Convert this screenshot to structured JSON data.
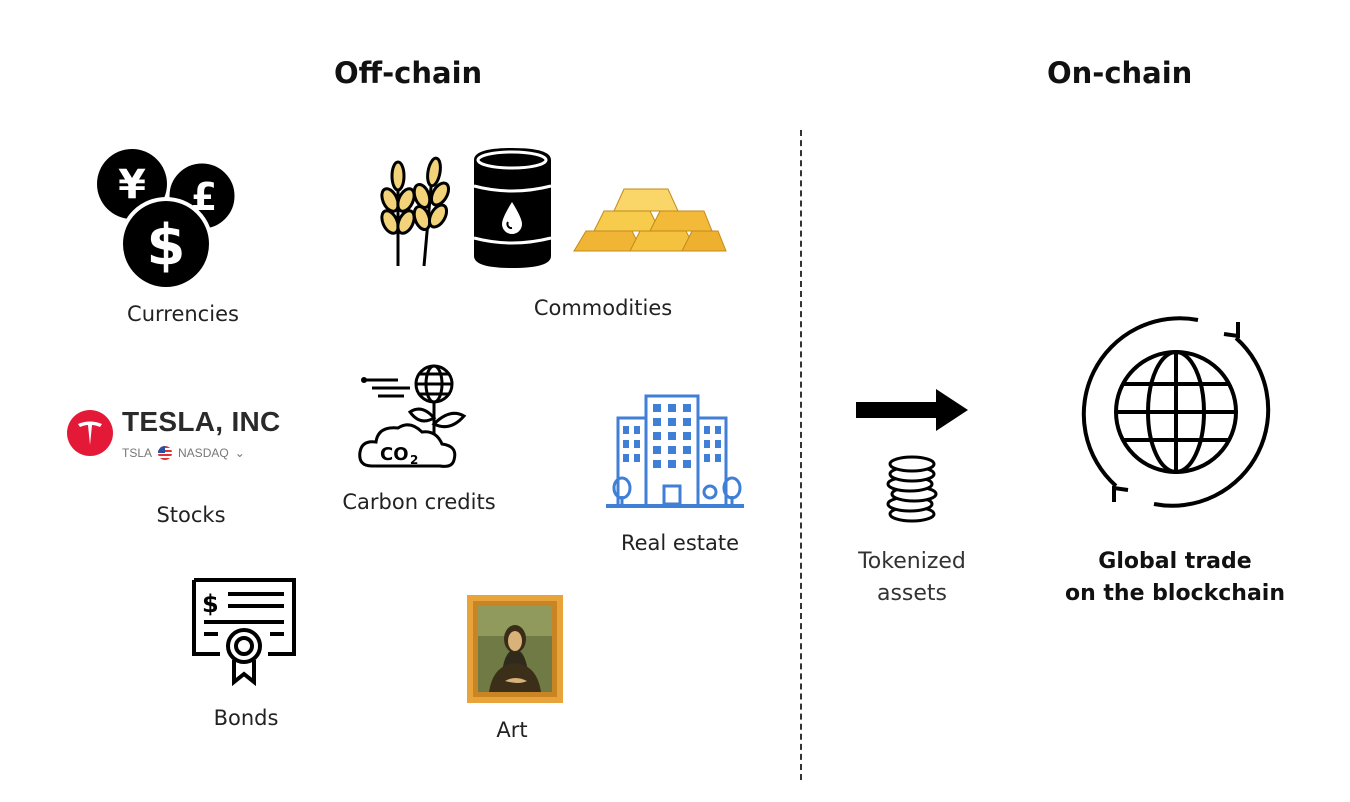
{
  "headings": {
    "off_chain": "Off-chain",
    "on_chain": "On-chain"
  },
  "assets": {
    "currencies": {
      "label": "Currencies",
      "symbols": [
        "¥",
        "£",
        "$"
      ]
    },
    "commodities": {
      "label": "Commodities"
    },
    "stocks": {
      "label": "Stocks",
      "company": "TESLA, INC",
      "ticker": "TSLA",
      "exchange": "NASDAQ",
      "logo_color": "#e31937"
    },
    "carbon_credits": {
      "label": "Carbon credits",
      "symbol": "CO",
      "subscript": "2"
    },
    "real_estate": {
      "label": "Real estate",
      "color": "#3f7fd6"
    },
    "bonds": {
      "label": "Bonds",
      "symbol": "$"
    },
    "art": {
      "label": "Art",
      "frame_color": "#e8a33a"
    }
  },
  "tokenized": {
    "line1": "Tokenized",
    "line2": "assets"
  },
  "global_trade": {
    "line1": "Global trade",
    "line2": "on the blockchain"
  },
  "icons": [
    "yen-coin-icon",
    "pound-coin-icon",
    "dollar-coin-icon",
    "wheat-icon",
    "oil-barrel-icon",
    "gold-bars-icon",
    "tesla-logo-icon",
    "carbon-credit-icon",
    "building-icon",
    "bond-certificate-icon",
    "mona-lisa-icon",
    "right-arrow-icon",
    "coin-stack-icon",
    "globe-cycle-icon"
  ]
}
